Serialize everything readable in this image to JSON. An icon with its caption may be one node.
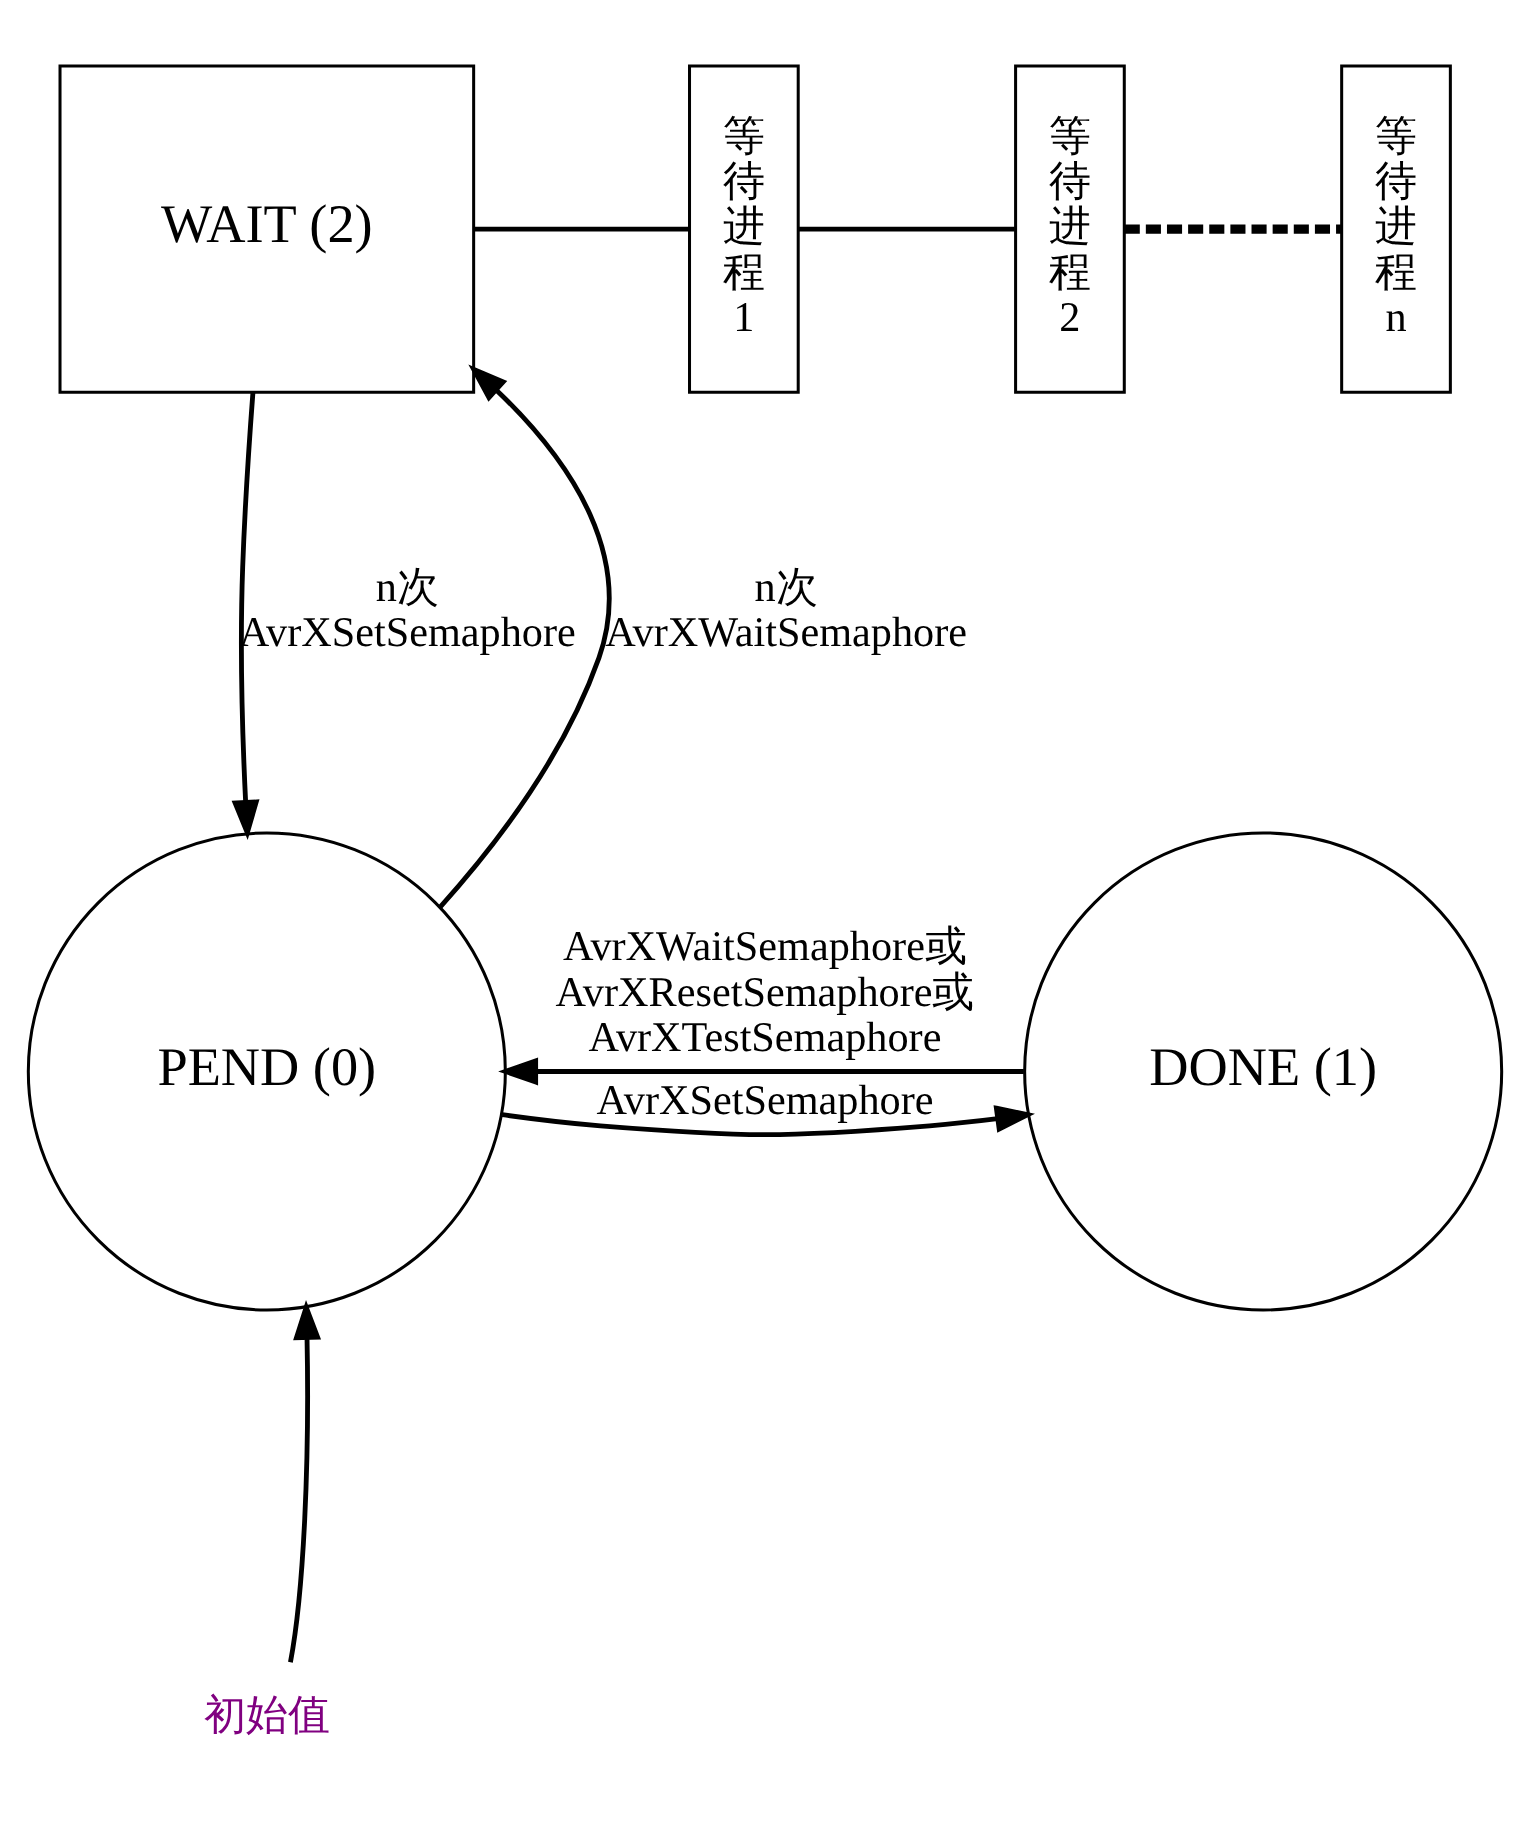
{
  "diagram": {
    "nodes": [
      {
        "text": [
          "WAIT (2)"
        ]
      },
      {
        "text": [
          "等待进程1"
        ]
      },
      {
        "text": [
          "等待进程2"
        ]
      },
      {
        "text": [
          "等待进程n"
        ]
      },
      {
        "text": [
          "PEND (0)"
        ]
      },
      {
        "text": [
          "DONE (1)"
        ]
      },
      {
        "text": [
          "初始值"
        ]
      }
    ],
    "edges": [
      {
        "from": 0,
        "to": 1,
        "arrow": "none"
      },
      {
        "from": 1,
        "to": 2,
        "arrow": "none"
      },
      {
        "from": 2,
        "to": 3,
        "arrow": "none",
        "style": "dashed"
      },
      {
        "from": 4,
        "to": 0,
        "arrow": "to",
        "label": "n次 AvrXWaitSemaphore"
      },
      {
        "from": 0,
        "to": 4,
        "arrow": "to",
        "label": "n次 AvrXSetSemaphore"
      },
      {
        "from": 4,
        "to": 5,
        "arrow": "to",
        "label": "AvrXSetSemaphore"
      },
      {
        "from": 5,
        "to": 4,
        "arrow": "to",
        "label": "AvrXWaitSemaphore或 AvrXResetSemaphore或 AvrXTestSemaphore"
      },
      {
        "from": 6,
        "to": 4,
        "arrow": "to"
      }
    ]
  }
}
